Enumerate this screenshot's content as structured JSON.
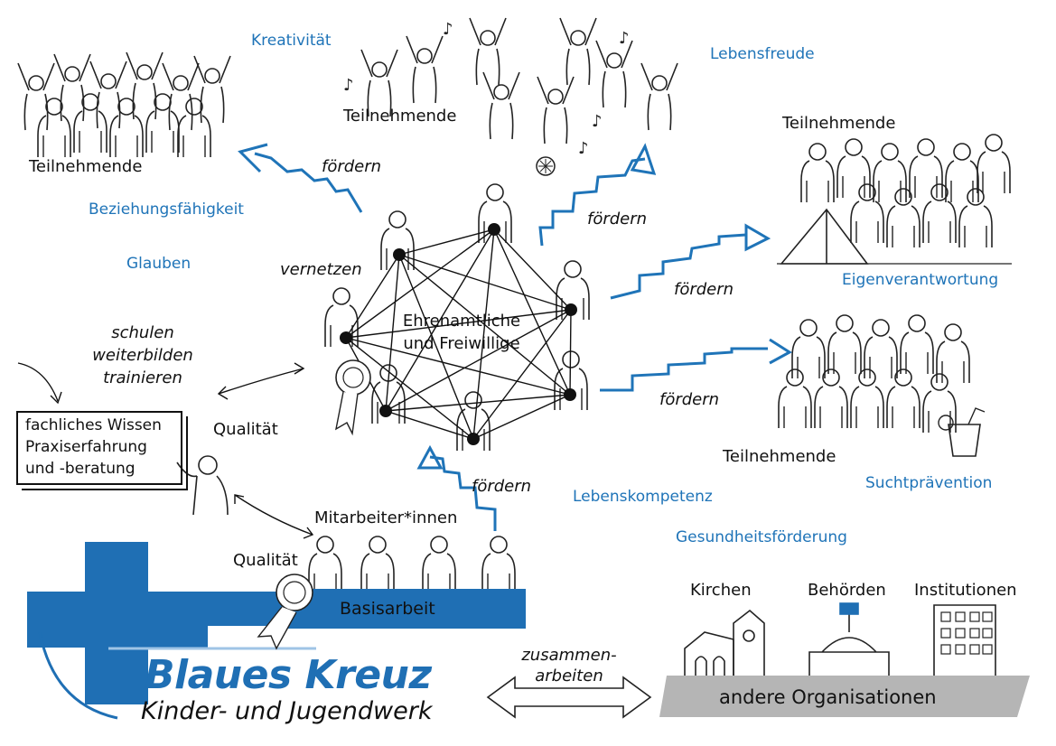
{
  "labels": {
    "kreativitaet": "Kreativität",
    "lebensfreude": "Lebensfreude",
    "beziehungsfaehigkeit": "Beziehungsfähigkeit",
    "glauben": "Glauben",
    "eigenverantwortung": "Eigenverantwortung",
    "suchtpraevention": "Suchtprävention",
    "lebenskompetenz": "Lebenskompetenz",
    "gesundheitsfoerderung": "Gesundheitsförderung"
  },
  "groups": {
    "participants_top_left": "Teilnehmende",
    "participants_top_center": "Teilnehmende",
    "participants_right_top": "Teilnehmende",
    "participants_right_bottom": "Teilnehmende"
  },
  "actions": {
    "foerdern_1": "fördern",
    "foerdern_2": "fördern",
    "foerdern_3": "fördern",
    "foerdern_4": "fördern",
    "foerdern_5": "fördern",
    "vernetzen": "vernetzen",
    "schulen": "schulen",
    "weiterbilden": "weiterbilden",
    "trainieren": "trainieren",
    "zusammen": "zusammen-",
    "arbeiten": "arbeiten"
  },
  "center": {
    "line1": "Ehrenamtliche",
    "line2": "und Freiwillige"
  },
  "quality": {
    "q1": "Qualität",
    "q2": "Qualität"
  },
  "knowledge_box": {
    "line1": "fachliches Wissen",
    "line2": "Praxiserfahrung",
    "line3": "und -beratung"
  },
  "staff": "Mitarbeiter*innen",
  "bar": {
    "label": "Basisarbeit"
  },
  "organisations": {
    "kirchen": "Kirchen",
    "behoerden": "Behörden",
    "institutionen": "Institutionen",
    "bar_label": "andere Organisationen"
  },
  "brand": {
    "title": "Blaues Kreuz",
    "subtitle": "Kinder- und Jugendwerk"
  },
  "colors": {
    "accent_blue": "#1f74b8",
    "grey_bar": "#b5b5b5"
  }
}
